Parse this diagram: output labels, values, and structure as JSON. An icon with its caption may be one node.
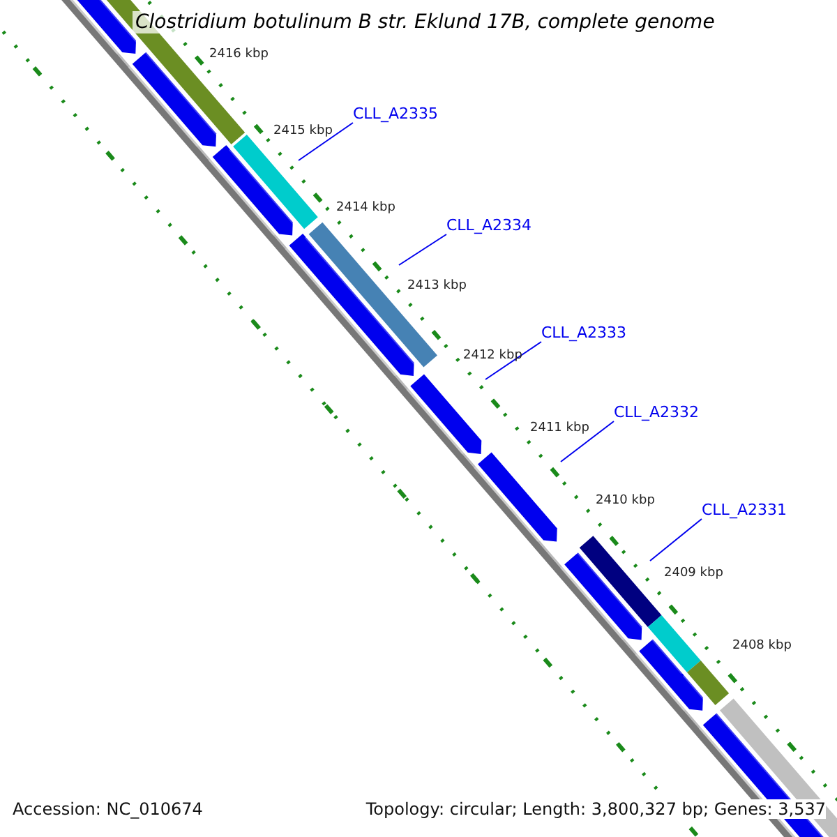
{
  "diagram": {
    "title": "Clostridium botulinum B str. Eklund 17B, complete genome",
    "nodes": [
      {
        "text": [
          "CLL_A2335"
        ]
      },
      {
        "text": [
          "CLL_A2334"
        ]
      },
      {
        "text": [
          "CLL_A2333"
        ]
      },
      {
        "text": [
          "CLL_A2332"
        ]
      },
      {
        "text": [
          "CLL_A2331"
        ]
      }
    ],
    "edges": [
      {
        "from": 0,
        "to": null,
        "arrow": "none"
      },
      {
        "from": 1,
        "to": null,
        "arrow": "none"
      },
      {
        "from": 2,
        "to": null,
        "arrow": "none"
      },
      {
        "from": 3,
        "to": null,
        "arrow": "none"
      },
      {
        "from": 4,
        "to": null,
        "arrow": "none"
      }
    ],
    "labels": [
      "2416 kbp",
      "2415 kbp",
      "2414 kbp",
      "2413 kbp",
      "2412 kbp",
      "2411 kbp",
      "2410 kbp",
      "2409 kbp",
      "2408 kbp",
      "Accession: NC_010674",
      "Topology: circular; Length: 3,800,327 bp; Genes: 3,537"
    ]
  }
}
